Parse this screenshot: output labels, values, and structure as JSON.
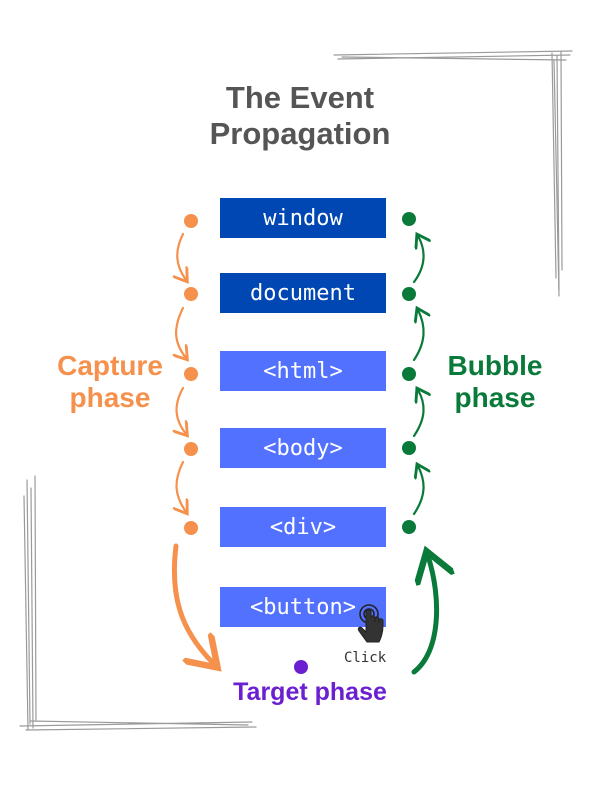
{
  "title": {
    "line1": "The Event",
    "line2": "Propagation"
  },
  "nodes": [
    {
      "label": "window",
      "variant": "dark"
    },
    {
      "label": "document",
      "variant": "dark"
    },
    {
      "label": "<html>",
      "variant": "light"
    },
    {
      "label": "<body>",
      "variant": "light"
    },
    {
      "label": "<div>",
      "variant": "light"
    },
    {
      "label": "<button>",
      "variant": "light"
    }
  ],
  "phases": {
    "capture": {
      "line1": "Capture",
      "line2": "phase"
    },
    "bubble": {
      "line1": "Bubble",
      "line2": "phase"
    },
    "target": "Target phase"
  },
  "click_label": "Click",
  "icons": {
    "click": "pointer-hand-click-icon"
  },
  "colors": {
    "capture": "#f5914d",
    "bubble": "#0a7a3a",
    "target": "#6a1fd1",
    "node_dark": "#0047b3",
    "node_light": "#5271ff",
    "title": "#555555",
    "frame": "#9a9a9a"
  }
}
